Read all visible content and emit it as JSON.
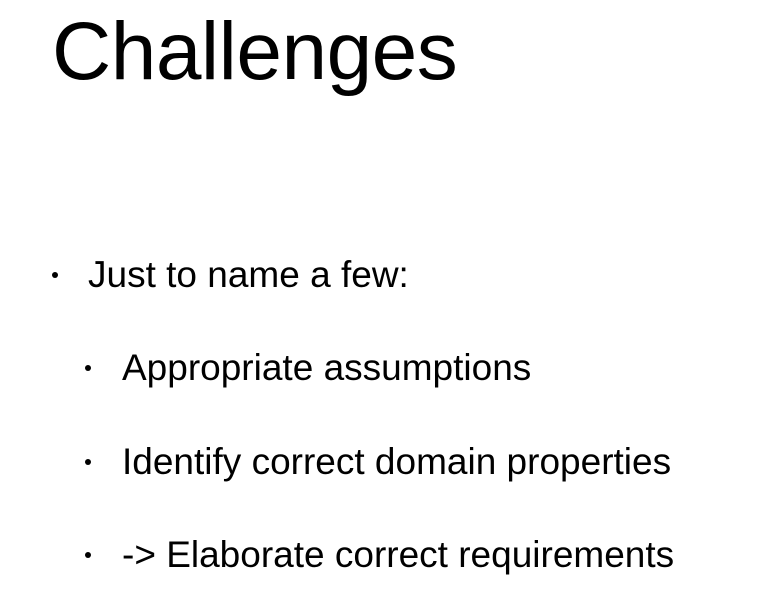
{
  "slide": {
    "title": "Challenges",
    "bullets": [
      "Just to name a few:",
      "Appropriate assumptions",
      "Identify correct domain properties",
      "-> Elaborate correct requirements"
    ]
  }
}
